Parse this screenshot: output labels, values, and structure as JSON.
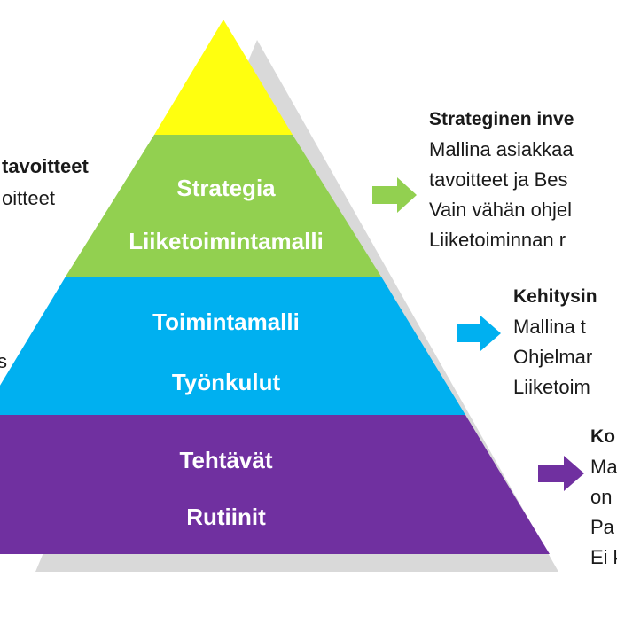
{
  "colors": {
    "top": "#ffff0f",
    "green": "#92d050",
    "blue": "#00b0f0",
    "purple": "#7030a0",
    "shadow": "#d9d9d9"
  },
  "pyramid": {
    "layers": [
      {
        "lines": []
      },
      {
        "lines": [
          "Strategia",
          "Liiketoimintamalli"
        ]
      },
      {
        "lines": [
          "Toimintamalli",
          "Työnkulut"
        ]
      },
      {
        "lines": [
          "Tehtävät",
          "Rutiinit"
        ]
      }
    ]
  },
  "left_text": {
    "heading": "tavoitteet",
    "line": "oitteet",
    "fragment": "s"
  },
  "side_text": [
    {
      "heading": "Strateginen inve",
      "lines": [
        "Mallina asiakkaa",
        "tavoitteet ja Bes",
        "Vain vähän ohjel",
        "Liiketoiminnan r"
      ]
    },
    {
      "heading": "Kehitysin",
      "lines": [
        "Mallina t",
        "Ohjelmar",
        "Liiketoim"
      ]
    },
    {
      "heading": "Ko",
      "lines": [
        "Ma",
        "on",
        "Pa",
        "Ei k"
      ]
    }
  ],
  "arrows": [
    "arrow-right-icon",
    "arrow-right-icon",
    "arrow-right-icon"
  ]
}
